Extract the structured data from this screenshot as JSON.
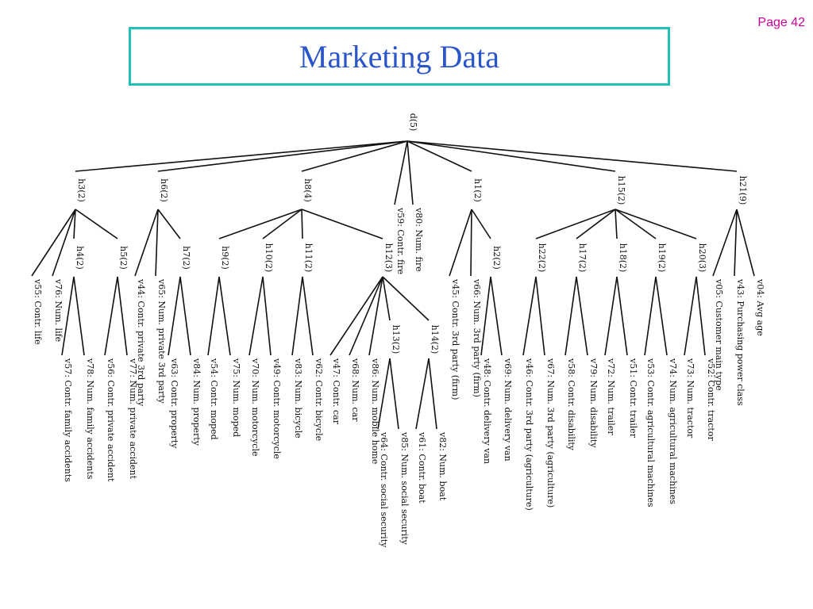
{
  "page_label": "Page 42",
  "title": "Marketing Data",
  "tree": {
    "id": "root",
    "label": "d(5)",
    "children": [
      {
        "id": "h3",
        "label": "h3(2)",
        "children": [
          {
            "id": "v55",
            "label": "v55: Contr. life"
          },
          {
            "id": "v76",
            "label": "v76: Num. life"
          },
          {
            "id": "h4",
            "label": "h4(2)",
            "children": [
              {
                "id": "v57",
                "label": "v57: Contr. family accidents"
              },
              {
                "id": "v78",
                "label": "v78: Num. family accidents"
              }
            ]
          },
          {
            "id": "h5",
            "label": "h5(2)",
            "children": [
              {
                "id": "v56",
                "label": "v56: Contr. private accident"
              },
              {
                "id": "v77",
                "label": "v77: Num. private accident"
              }
            ]
          }
        ]
      },
      {
        "id": "h6",
        "label": "h6(2)",
        "children": [
          {
            "id": "v44",
            "label": "v44: Contr. private 3rd party"
          },
          {
            "id": "v65",
            "label": "v65: Num. private 3rd party"
          },
          {
            "id": "h7",
            "label": "h7(2)",
            "children": [
              {
                "id": "v63",
                "label": "v63: Contr. property"
              },
              {
                "id": "v84",
                "label": "v84: Num. property"
              }
            ]
          }
        ]
      },
      {
        "id": "h8",
        "label": "h8(4)",
        "children": [
          {
            "id": "h9",
            "label": "h9(2)",
            "children": [
              {
                "id": "v54",
                "label": "v54: Contr. moped"
              },
              {
                "id": "v75",
                "label": "v75: Num. moped"
              }
            ]
          },
          {
            "id": "h10",
            "label": "h10(2)",
            "children": [
              {
                "id": "v70",
                "label": "v70: Num. motorcycle"
              },
              {
                "id": "v49",
                "label": "v49: Contr. motorcycle"
              }
            ]
          },
          {
            "id": "h11",
            "label": "h11(2)",
            "children": [
              {
                "id": "v83",
                "label": "v83: Num. bicycle"
              },
              {
                "id": "v62",
                "label": "v62: Contr. bicycle"
              }
            ]
          },
          {
            "id": "h12",
            "label": "h12(3)",
            "children": [
              {
                "id": "v47",
                "label": "v47: Contr. car"
              },
              {
                "id": "v68",
                "label": "v68: Num. car"
              },
              {
                "id": "v86",
                "label": "v86: Num. mobile home"
              },
              {
                "id": "h13",
                "label": "h13(2)",
                "children": [
                  {
                    "id": "v64",
                    "label": "v64: Contr. social security"
                  },
                  {
                    "id": "v85",
                    "label": "v85: Num. social security"
                  }
                ]
              },
              {
                "id": "h14",
                "label": "h14(2)",
                "children": [
                  {
                    "id": "v61",
                    "label": "v61: Contr. boat"
                  },
                  {
                    "id": "v82",
                    "label": "v82: Num. boat"
                  }
                ]
              }
            ]
          }
        ]
      },
      {
        "id": "v59",
        "label": "v59: Contr. fire"
      },
      {
        "id": "v80",
        "label": "v80: Num. fire"
      },
      {
        "id": "h1",
        "label": "h1(2)",
        "children": [
          {
            "id": "v45",
            "label": "v45: Contr. 3rd party (firm)"
          },
          {
            "id": "v66",
            "label": "v66: Num. 3rd party (firm)"
          },
          {
            "id": "h2",
            "label": "h2(2)",
            "children": [
              {
                "id": "v48",
                "label": "v48: Contr. delivery van"
              },
              {
                "id": "v69",
                "label": "v69: Num. delivery van"
              }
            ]
          }
        ]
      },
      {
        "id": "h15",
        "label": "h15(2)",
        "children": [
          {
            "id": "h22",
            "label": "h22(2)",
            "children": [
              {
                "id": "v46",
                "label": "v46: Contr. 3rd party (agriculture)"
              },
              {
                "id": "v67",
                "label": "v67: Num. 3rd party (agriculture)"
              }
            ]
          },
          {
            "id": "h17",
            "label": "h17(2)",
            "children": [
              {
                "id": "v58",
                "label": "v58: Contr. disability"
              },
              {
                "id": "v79",
                "label": "v79: Num. disability"
              }
            ]
          },
          {
            "id": "h18",
            "label": "h18(2)",
            "children": [
              {
                "id": "v72",
                "label": "v72: Num. trailer"
              },
              {
                "id": "v51",
                "label": "v51: Contr. trailer"
              }
            ]
          },
          {
            "id": "h19",
            "label": "h19(2)",
            "children": [
              {
                "id": "v53",
                "label": "v53: Contr. agricultural machines"
              },
              {
                "id": "v74",
                "label": "v74: Num. agricultural machines"
              }
            ]
          },
          {
            "id": "h20",
            "label": "h20(3)",
            "children": [
              {
                "id": "v73",
                "label": "v73: Num. tractor"
              },
              {
                "id": "v52",
                "label": "v52: Contr. tractor"
              }
            ]
          }
        ]
      },
      {
        "id": "h21",
        "label": "h21(9)",
        "children": [
          {
            "id": "v05",
            "label": "v05: Customer main type"
          },
          {
            "id": "v43",
            "label": "v43: Purchasing power class"
          },
          {
            "id": "v04",
            "label": "v04: Avg age"
          }
        ]
      }
    ]
  }
}
